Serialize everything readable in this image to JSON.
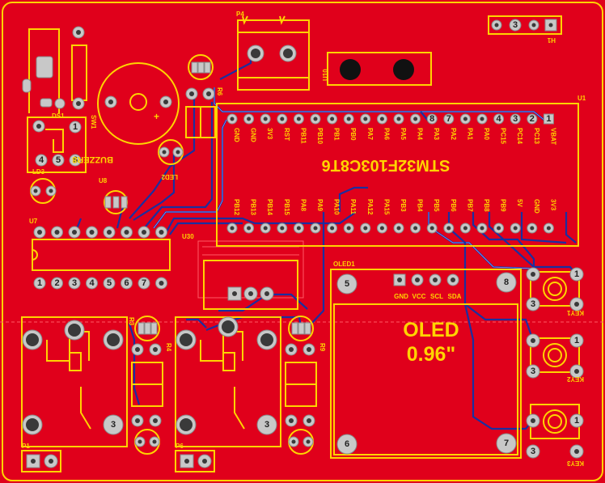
{
  "colors": {
    "board": "#e0001b",
    "silkscreen": "#ffd400",
    "pad": "#c8c8c8",
    "trace": "#1a2fa0"
  },
  "mcu": {
    "ref": "U1",
    "name": "STM32F103C8T6",
    "top_pins": [
      "GND",
      "GND",
      "3V3",
      "RST",
      "PB11",
      "PB10",
      "PB1",
      "PB0",
      "PA7",
      "PA6",
      "PA5",
      "PA4",
      "PA3",
      "PA2",
      "PA1",
      "PA0",
      "PC15",
      "PC14",
      "PC13",
      "VBAT"
    ],
    "top_pin_numbers": [
      "",
      "",
      "",
      "",
      "",
      "",
      "",
      "",
      "",
      "",
      "",
      "",
      "8",
      "7",
      "",
      "",
      "4",
      "3",
      "2",
      "1"
    ],
    "bottom_pins": [
      "PB12",
      "PB13",
      "PB14",
      "PB15",
      "PA8",
      "PA9",
      "PA10",
      "PA11",
      "PA12",
      "PA15",
      "PB3",
      "PB4",
      "PB5",
      "PB6",
      "PB7",
      "PB8",
      "PB9",
      "5V",
      "GND",
      "3V3"
    ]
  },
  "oled": {
    "ref": "OLED1",
    "title": "OLED",
    "size": "0.96\"",
    "pins": [
      "GND",
      "VCC",
      "SCL",
      "SDA"
    ],
    "corner_numbers": [
      "5",
      "8",
      "6",
      "7"
    ]
  },
  "labels": {
    "p4": "P4",
    "h1": "H1",
    "h1_pad": "3",
    "u10": "U10",
    "r6": "R6",
    "sw1": "SW1",
    "ds1": "DS1",
    "ld3": "LD3",
    "buzzer": "BUZZER8",
    "led2": "LED2",
    "u8": "U8",
    "u7": "U7",
    "u30": "U30",
    "r4": "R4",
    "r9": "R9",
    "r3": "R3",
    "p1": "P1",
    "p6": "P6",
    "k1": "KEY1",
    "k2": "KEY2",
    "k3": "KEY3",
    "plus": "+",
    "relay_pad": "3"
  },
  "sw1_pads": [
    "1",
    "4",
    "5",
    "6"
  ],
  "u7_top_pins": [
    "",
    "",
    "",
    "",
    "",
    "",
    "",
    ""
  ],
  "u7_bottom_pins": [
    "1",
    "2",
    "3",
    "4",
    "5",
    "6",
    "7",
    ""
  ],
  "key_pads": [
    "1",
    "3"
  ]
}
